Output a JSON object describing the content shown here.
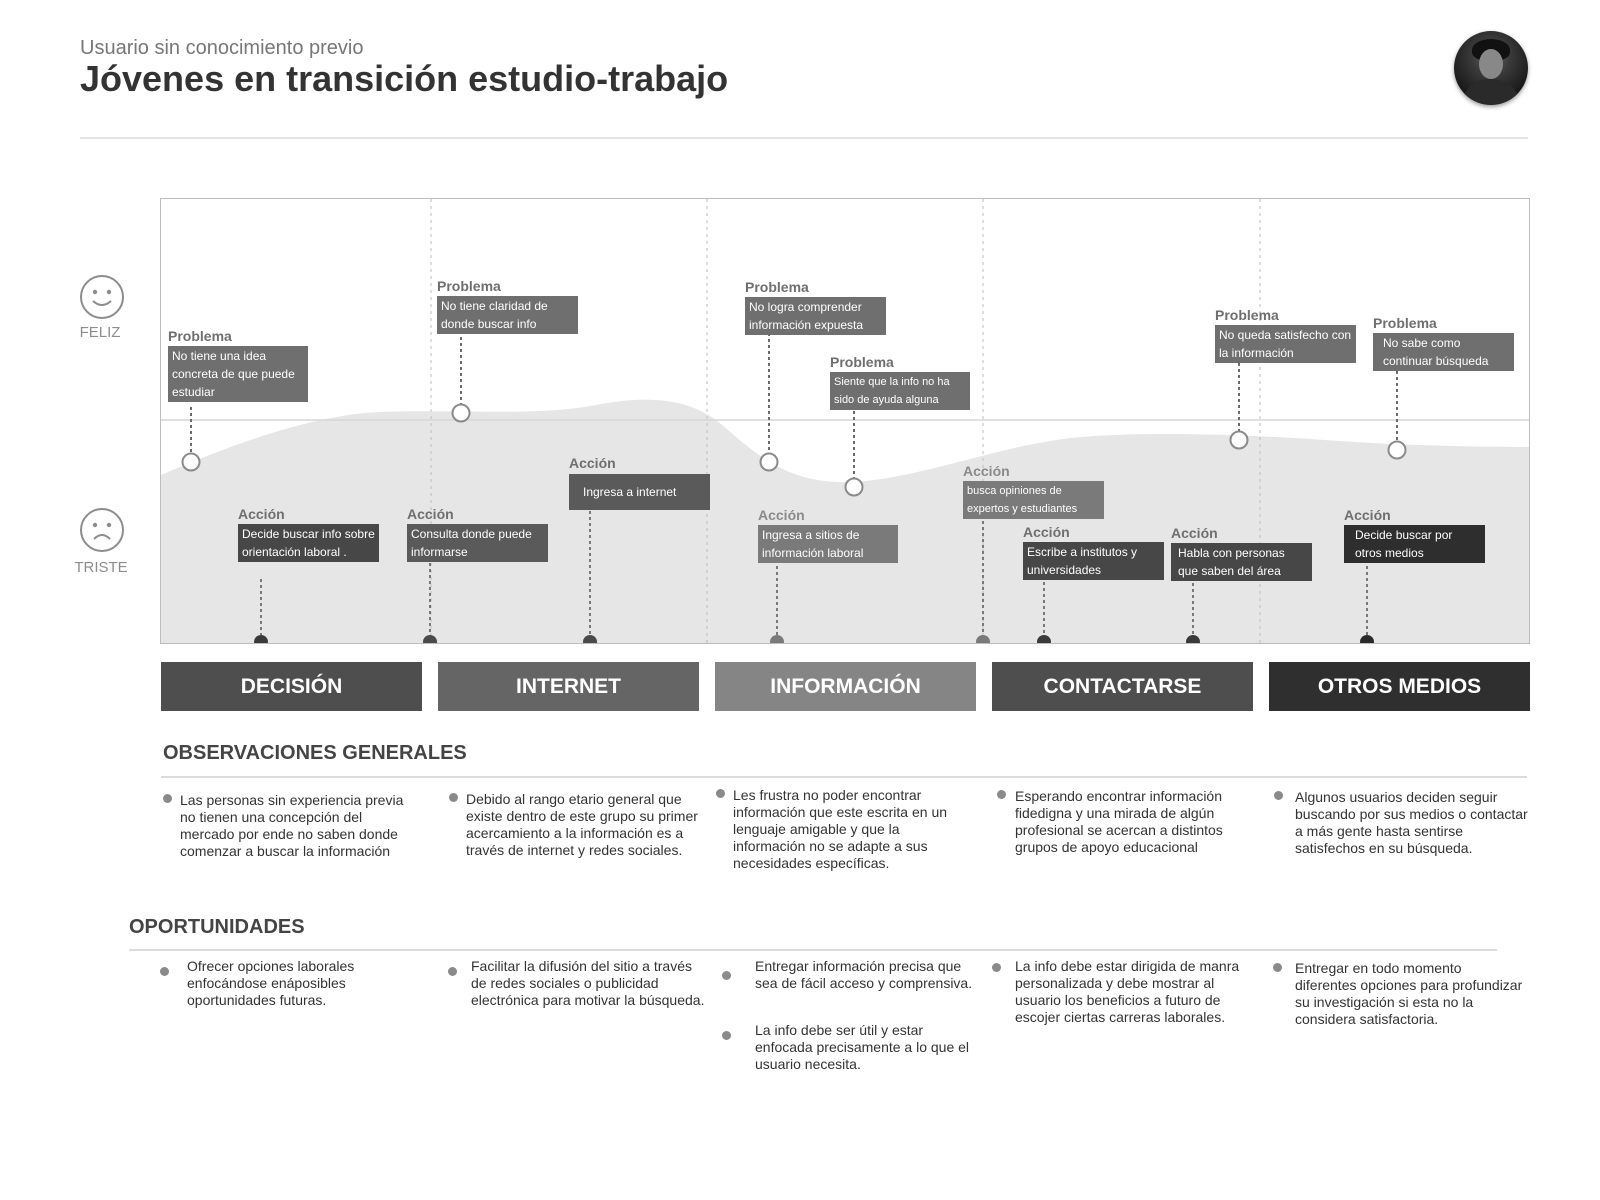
{
  "header": {
    "subtitle": "Usuario sin conocimiento previo",
    "title": "Jóvenes en transición estudio-trabajo"
  },
  "mood_axis": {
    "happy_label": "FELIZ",
    "sad_label": "TRISTE"
  },
  "callouts": [
    {
      "kind": "Problema",
      "text": "No tiene una idea concreta de que puede estudiar",
      "color": "#6f6f6f"
    },
    {
      "kind": "Problema",
      "text": "No tiene claridad de donde buscar info",
      "color": "#6f6f6f"
    },
    {
      "kind": "Problema",
      "text": "No logra comprender información expuesta",
      "color": "#6f6f6f"
    },
    {
      "kind": "Problema",
      "text": "Siente que la info no ha sido de ayuda alguna",
      "color": "#6f6f6f"
    },
    {
      "kind": "Problema",
      "text": "No queda satisfecho con la información",
      "color": "#6f6f6f"
    },
    {
      "kind": "Problema",
      "text": "No sabe como continuar búsqueda",
      "color": "#6f6f6f"
    },
    {
      "kind": "Acción",
      "text": "Decide buscar info sobre orientación laboral .",
      "color": "#474747"
    },
    {
      "kind": "Acción",
      "text": "Consulta donde puede informarse",
      "color": "#5a5a5a"
    },
    {
      "kind": "Acción",
      "text": "Ingresa a internet",
      "color": "#5a5a5a"
    },
    {
      "kind": "Acción",
      "text": "Ingresa a sitios de información laboral",
      "color": "#7a7a7a"
    },
    {
      "kind": "Acción",
      "text": "busca opiniones de expertos y estudiantes",
      "color": "#7a7a7a"
    },
    {
      "kind": "Acción",
      "text": "Escribe a institutos y universidades",
      "color": "#474747"
    },
    {
      "kind": "Acción",
      "text": "Habla con personas que saben del área",
      "color": "#474747"
    },
    {
      "kind": "Acción",
      "text": "Decide buscar por otros medios",
      "color": "#2e2e2e"
    }
  ],
  "phases": [
    {
      "label": "DECISIÓN",
      "color": "#4e4e4e"
    },
    {
      "label": "INTERNET",
      "color": "#656565"
    },
    {
      "label": "INFORMACIÓN",
      "color": "#858585"
    },
    {
      "label": "CONTACTARSE",
      "color": "#4e4e4e"
    },
    {
      "label": "OTROS MEDIOS",
      "color": "#2f2f2f"
    }
  ],
  "observaciones": {
    "heading": "OBSERVACIONES GENERALES",
    "items": [
      "Las personas sin experiencia previa no tienen una concepción del mercado por ende no saben donde comenzar a buscar la información",
      "Debido al rango etario general que existe dentro de este grupo su primer acercamiento a la información es a través de internet y redes sociales.",
      "Les frustra no poder encontrar información que este escrita en un lenguaje amigable y que la información no se adapte a sus necesidades específicas.",
      "Esperando encontrar información fidedigna y una mirada de algún profesional se acercan a distintos grupos de apoyo educacional",
      "Algunos usuarios deciden seguir buscando por sus medios o contactar a más gente hasta sentirse satisfechos en su búsqueda."
    ]
  },
  "oportunidades": {
    "heading": "OPORTUNIDADES",
    "items": [
      "Ofrecer opciones laborales enfocándose enáposibles oportunidades futuras.",
      "Facilitar la difusión del sitio a través de redes sociales o publicidad electrónica para motivar la búsqueda.",
      "Entregar información precisa que sea de fácil acceso y comprensiva.",
      "La info debe ser útil y estar enfocada precisamente a lo que el usuario necesita.",
      "La info debe estar dirigida de manra personalizada y debe mostrar al usuario los beneficios a futuro de escojer ciertas carreras laborales.",
      "Entregar en todo momento diferentes opciones para profundizar su investigación si esta no la considera satisfactoria."
    ]
  }
}
